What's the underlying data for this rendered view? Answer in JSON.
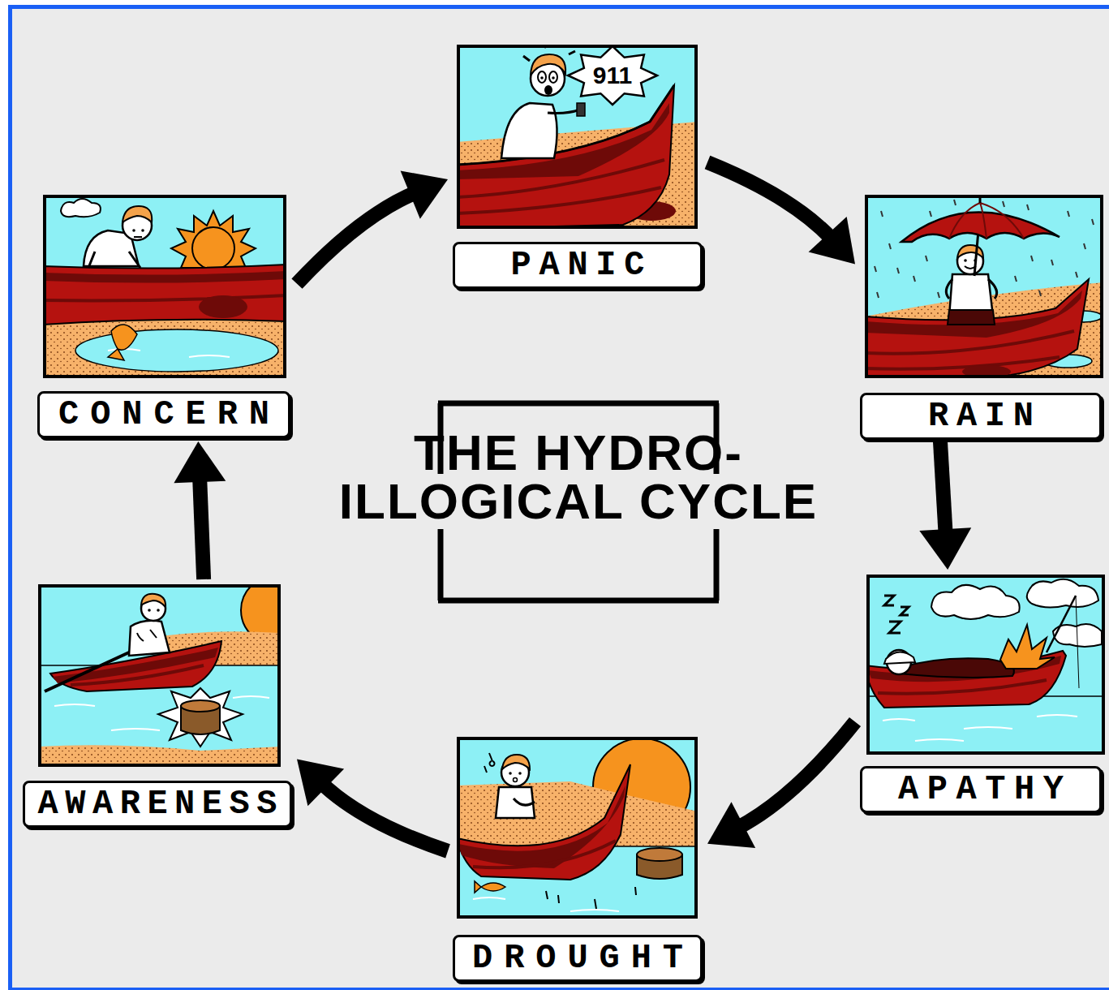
{
  "diagram": {
    "title": "THE HYDRO-ILLOGICAL CYCLE",
    "nodes": [
      {
        "text": [
          "PANIC"
        ]
      },
      {
        "text": [
          "RAIN"
        ]
      },
      {
        "text": [
          "APATHY"
        ]
      },
      {
        "text": [
          "DROUGHT"
        ]
      },
      {
        "text": [
          "AWARENESS"
        ]
      },
      {
        "text": [
          "CONCERN"
        ]
      }
    ],
    "edges": [
      {
        "from": 0,
        "to": 1,
        "arrow": "to"
      },
      {
        "from": 1,
        "to": 2,
        "arrow": "to"
      },
      {
        "from": 2,
        "to": 3,
        "arrow": "to"
      },
      {
        "from": 3,
        "to": 4,
        "arrow": "to"
      },
      {
        "from": 4,
        "to": 5,
        "arrow": "to"
      },
      {
        "from": 5,
        "to": 0,
        "arrow": "to"
      }
    ],
    "labels": [
      "911"
    ]
  }
}
